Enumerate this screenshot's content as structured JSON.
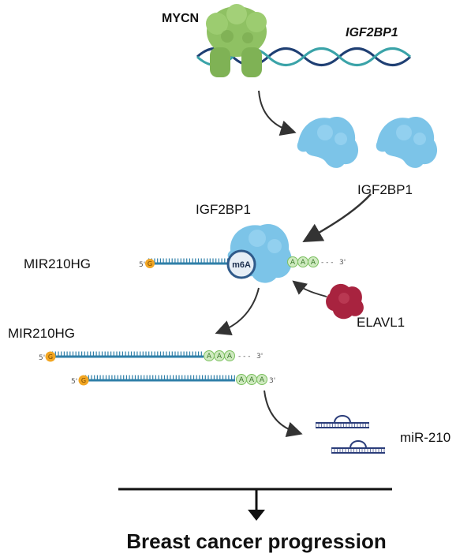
{
  "labels": {
    "mycn": "MYCN",
    "gene": "IGF2BP1",
    "protein_right": "IGF2BP1",
    "protein_top": "IGF2BP1",
    "mir210hg_top": "MIR210HG",
    "mir210hg_bottom": "MIR210HG",
    "m6a": "m6A",
    "elavl1": "ELAVL1",
    "mir210": "miR-210",
    "outcome": "Breast cancer progression"
  },
  "rna_marks": {
    "cap": "G",
    "five_prime": "5'",
    "three_prime": "3'",
    "poly_a": "A",
    "dots": "- - -"
  },
  "colors": {
    "mycn_green": "#8fc163",
    "igf2bp1_blue": "#7cc4e8",
    "elavl1_red": "#a8233f",
    "rna_strand": "#2f7fa8",
    "cap_orange": "#f2a623",
    "polya_green": "#cfeac0",
    "dna_dark": "#1f3f73",
    "dna_teal": "#3aa3a8",
    "mirna_navy": "#2b3d7a"
  }
}
